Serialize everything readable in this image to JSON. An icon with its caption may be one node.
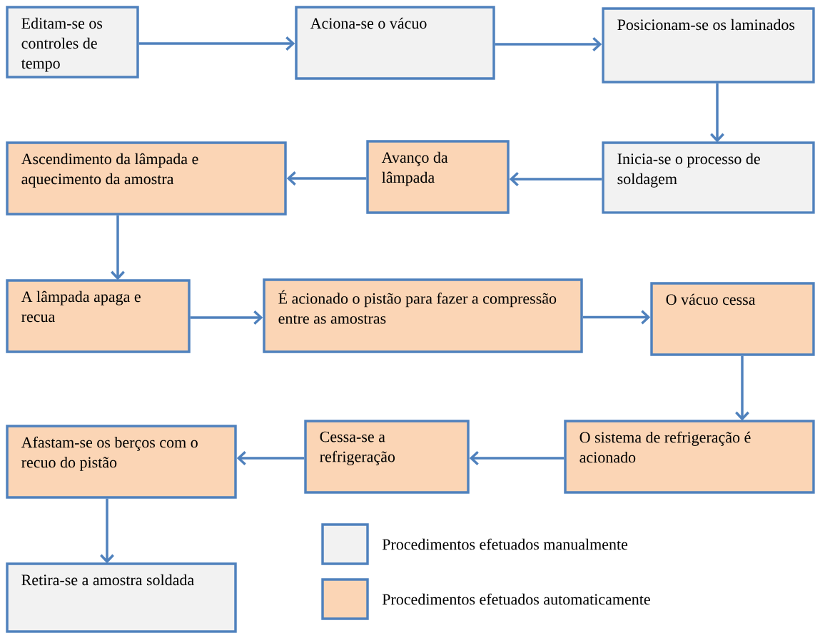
{
  "diagram": {
    "nodes": [
      {
        "text": [
          "Editam-se os controles de tempo"
        ]
      },
      {
        "text": [
          "Aciona-se o vácuo"
        ]
      },
      {
        "text": [
          "Posicionam-se os laminados"
        ]
      },
      {
        "text": [
          "Inicia-se o processo de soldagem"
        ]
      },
      {
        "text": [
          "Avanço da lâmpada"
        ]
      },
      {
        "text": [
          "Ascendimento da lâmpada e aquecimento da amostra"
        ]
      },
      {
        "text": [
          "A lâmpada apaga e recua"
        ]
      },
      {
        "text": [
          "É acionado o pistão para fazer a compressão entre as amostras"
        ]
      },
      {
        "text": [
          "O vácuo cessa"
        ]
      },
      {
        "text": [
          "O sistema de refrigeração é acionado"
        ]
      },
      {
        "text": [
          "Cessa-se a refrigeração"
        ]
      },
      {
        "text": [
          "Afastam-se os berços com o recuo do pistão"
        ]
      },
      {
        "text": [
          "Retira-se a amostra soldada"
        ]
      }
    ],
    "edges": [
      {
        "from": 0,
        "to": 1,
        "arrow": "to"
      },
      {
        "from": 1,
        "to": 2,
        "arrow": "to"
      },
      {
        "from": 2,
        "to": 3,
        "arrow": "to"
      },
      {
        "from": 3,
        "to": 4,
        "arrow": "to"
      },
      {
        "from": 4,
        "to": 5,
        "arrow": "to"
      },
      {
        "from": 5,
        "to": 6,
        "arrow": "to"
      },
      {
        "from": 6,
        "to": 7,
        "arrow": "to"
      },
      {
        "from": 7,
        "to": 8,
        "arrow": "to"
      },
      {
        "from": 8,
        "to": 9,
        "arrow": "to"
      },
      {
        "from": 9,
        "to": 10,
        "arrow": "to"
      },
      {
        "from": 10,
        "to": 11,
        "arrow": "to"
      },
      {
        "from": 11,
        "to": 12,
        "arrow": "to"
      }
    ],
    "legend": [
      {
        "text": "Procedimentos efetuados manualmente",
        "color": "#f2f2f2"
      },
      {
        "text": "Procedimentos efetuados automaticamente",
        "color": "#fbd5b5"
      }
    ]
  }
}
